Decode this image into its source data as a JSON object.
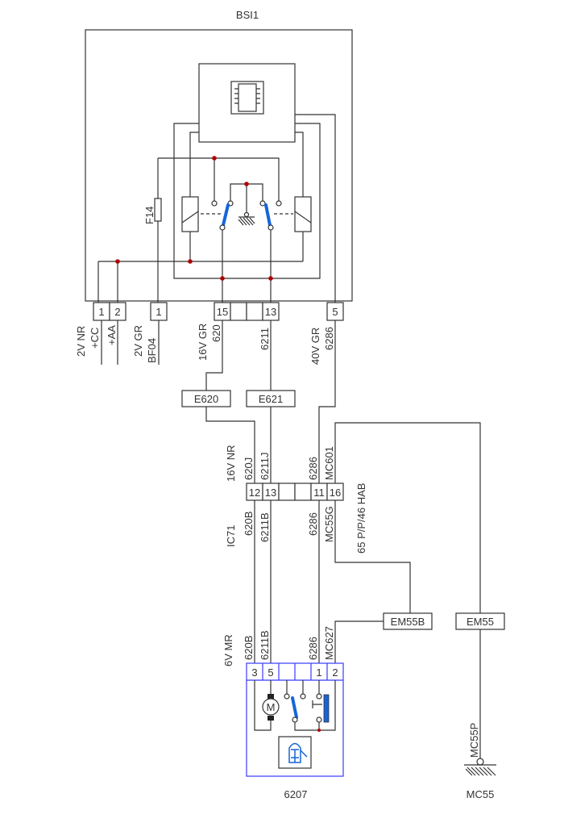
{
  "title": "BSI1",
  "bsi_connector": {
    "pins": [
      "1",
      "2",
      "1",
      "15",
      "13",
      "5"
    ],
    "wire_labels": [
      "2V NR",
      "+CC",
      "+AA",
      "2V GR",
      "BF04",
      "16V GR",
      "620",
      "6211",
      "40V GR",
      "6286"
    ]
  },
  "fuse_label": "F14",
  "splices": [
    "E620",
    "E621",
    "EM55B",
    "EM55"
  ],
  "ic71": {
    "label": "IC71",
    "housing": "16V NR",
    "pins": [
      "12",
      "13",
      "11",
      "16"
    ],
    "top_labels": [
      "620J",
      "6211J",
      "6286",
      "MC601"
    ],
    "bottom_labels": [
      "620B",
      "6211B",
      "6286",
      "MC55G"
    ],
    "route_label": "65 P/P/46 HAB"
  },
  "motor_connector": {
    "housing": "6V MR",
    "pins": [
      "3",
      "5",
      "1",
      "2"
    ],
    "wire_labels": [
      "620B",
      "6211B",
      "6286",
      "MC627"
    ],
    "motor_symbol": "M",
    "component_label": "6207"
  },
  "ground": {
    "wire_label": "MC55P",
    "label": "MC55"
  },
  "colors": {
    "wire": "#333333",
    "junction": "#b00000",
    "switch": "#1565d8",
    "component_outline": "#3a3aff"
  }
}
